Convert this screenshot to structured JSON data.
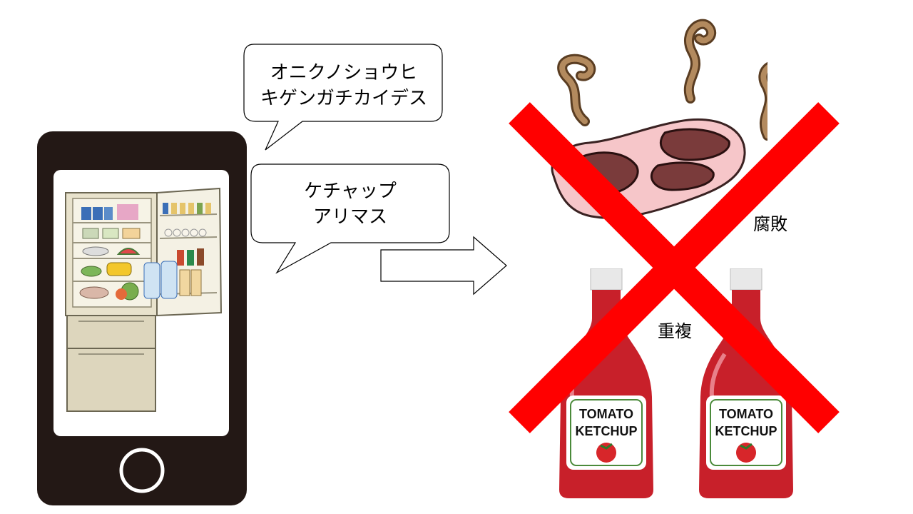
{
  "bubble1": {
    "line1": "オニクノショウヒ",
    "line2": "キゲンガチカイデス"
  },
  "bubble2": {
    "line1": "ケチャップ",
    "line2": "アリマス"
  },
  "labels": {
    "spoiled": "腐敗",
    "duplicate": "重複"
  },
  "ketchup": {
    "line1": "TOMATO",
    "line2": "KETCHUP"
  },
  "colors": {
    "cross": "#ff0000",
    "ketchup": "#c8202a",
    "phone": "#231815",
    "meat": "#f2b8b8",
    "steam": "#8b6b4a"
  }
}
